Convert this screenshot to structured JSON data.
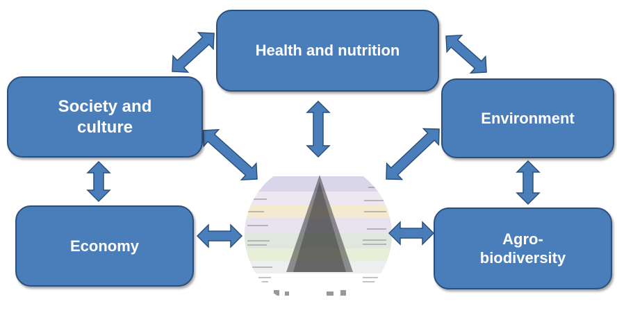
{
  "nodes": {
    "health": "Health and nutrition",
    "society": "Society and\nculture",
    "environment": "Environment",
    "economy": "Economy",
    "agro": "Agro-\nbiodiversity"
  },
  "colors": {
    "box_fill": "#4a7ebb",
    "box_border": "#2b4f7a",
    "arrow_fill": "#4a7ebb",
    "arrow_border": "#2b4f7a",
    "text": "#ffffff"
  },
  "center_image": {
    "description_icon": "food-pyramid-image"
  },
  "connections": [
    [
      "society",
      "health"
    ],
    [
      "health",
      "environment"
    ],
    [
      "health",
      "center"
    ],
    [
      "society",
      "center"
    ],
    [
      "environment",
      "center"
    ],
    [
      "society",
      "economy"
    ],
    [
      "environment",
      "agro"
    ],
    [
      "economy",
      "center"
    ],
    [
      "agro",
      "center"
    ]
  ]
}
